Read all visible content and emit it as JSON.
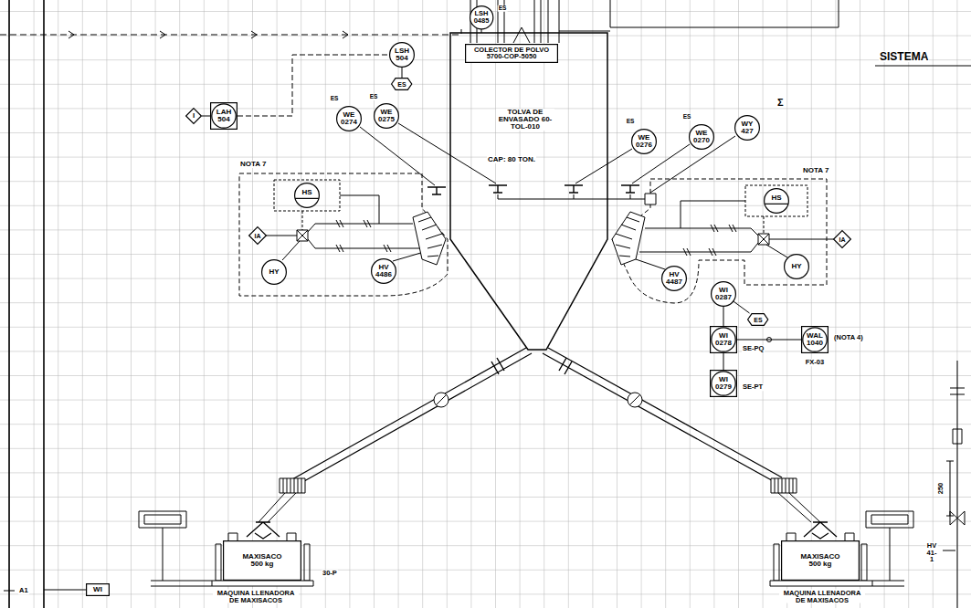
{
  "diagram": {
    "nodes": [
      {
        "text": [
          "LSH 0485"
        ]
      },
      {
        "text": [
          "LSH 504"
        ]
      },
      {
        "text": [
          "ES"
        ]
      },
      {
        "text": [
          "I"
        ]
      },
      {
        "text": [
          "LAH 504"
        ]
      },
      {
        "text": [
          "TOLVA DE ENVASADO 60-TOL-010",
          "CAP: 80 TON."
        ]
      },
      {
        "text": [
          "COLECTOR DE POLVO 5700-COP-5050"
        ],
        "in": 5
      },
      {
        "text": [
          "WE 0274"
        ]
      },
      {
        "text": [
          "WE 0275"
        ]
      },
      {
        "text": [
          "WE 0276"
        ]
      },
      {
        "text": [
          "WE 0270"
        ]
      },
      {
        "text": [
          "WY 427"
        ]
      },
      {
        "text": [
          "HS"
        ]
      },
      {
        "text": [
          "IA"
        ]
      },
      {
        "text": [
          "HY"
        ]
      },
      {
        "text": [
          "HV 4486"
        ]
      },
      {
        "text": [
          "HS"
        ]
      },
      {
        "text": [
          "IA"
        ]
      },
      {
        "text": [
          "HY"
        ]
      },
      {
        "text": [
          "HV 4487"
        ]
      },
      {
        "text": [
          "WI 0287"
        ]
      },
      {
        "text": [
          "ES"
        ]
      },
      {
        "text": [
          "WI 0278"
        ]
      },
      {
        "text": [
          "WAL 1040"
        ]
      },
      {
        "text": [
          "WI 0279"
        ]
      },
      {
        "text": [
          "WI"
        ]
      },
      {
        "text": [
          "MAXISACO 500 kg"
        ]
      },
      {
        "text": [
          "MAXISACO 500 kg"
        ]
      }
    ],
    "edges": [
      {
        "from": 1,
        "to": 2,
        "arrow": "none"
      },
      {
        "from": 4,
        "to": 1,
        "arrow": "none"
      },
      {
        "from": 3,
        "to": 4,
        "arrow": "none"
      },
      {
        "from": 20,
        "to": 21,
        "arrow": "none"
      },
      {
        "from": 20,
        "to": 22,
        "arrow": "none"
      },
      {
        "from": 22,
        "to": 24,
        "arrow": "none"
      },
      {
        "from": 22,
        "to": 23,
        "arrow": "none"
      }
    ],
    "labels": [
      "SISTEMA",
      "NOTA 7",
      "NOTA 7",
      "Σ",
      "SE-PQ",
      "SE-PT",
      "(NOTA 4)",
      "FX-03",
      "HV 41-1",
      "250",
      "MAQUINA LLENADORA DE MAXISACOS",
      "MAQUINA LLENADORA DE MAXISACOS",
      "30-P",
      "A1",
      "ES",
      "ES",
      "ES",
      "ES",
      "ES"
    ]
  }
}
